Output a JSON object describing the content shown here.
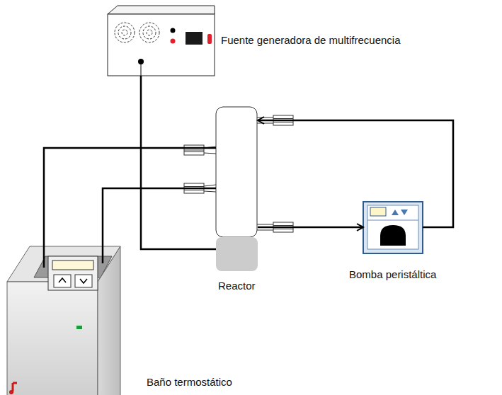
{
  "diagram": {
    "nodes": [
      {
        "text": [
          "Fuente generadora de multifrecuencia"
        ]
      },
      {
        "text": [
          "Reactor"
        ]
      },
      {
        "text": [
          "Bomba peristáltica"
        ]
      },
      {
        "text": [
          "Baño termostático"
        ]
      }
    ],
    "edges": [
      {
        "from": 0,
        "to": 1,
        "arrow": "none"
      },
      {
        "from": 3,
        "to": 1,
        "arrow": "none"
      },
      {
        "from": 3,
        "to": 1,
        "arrow": "none"
      },
      {
        "from": 1,
        "to": 2,
        "arrow": "to"
      },
      {
        "from": 2,
        "to": 1,
        "arrow": "to"
      }
    ]
  }
}
